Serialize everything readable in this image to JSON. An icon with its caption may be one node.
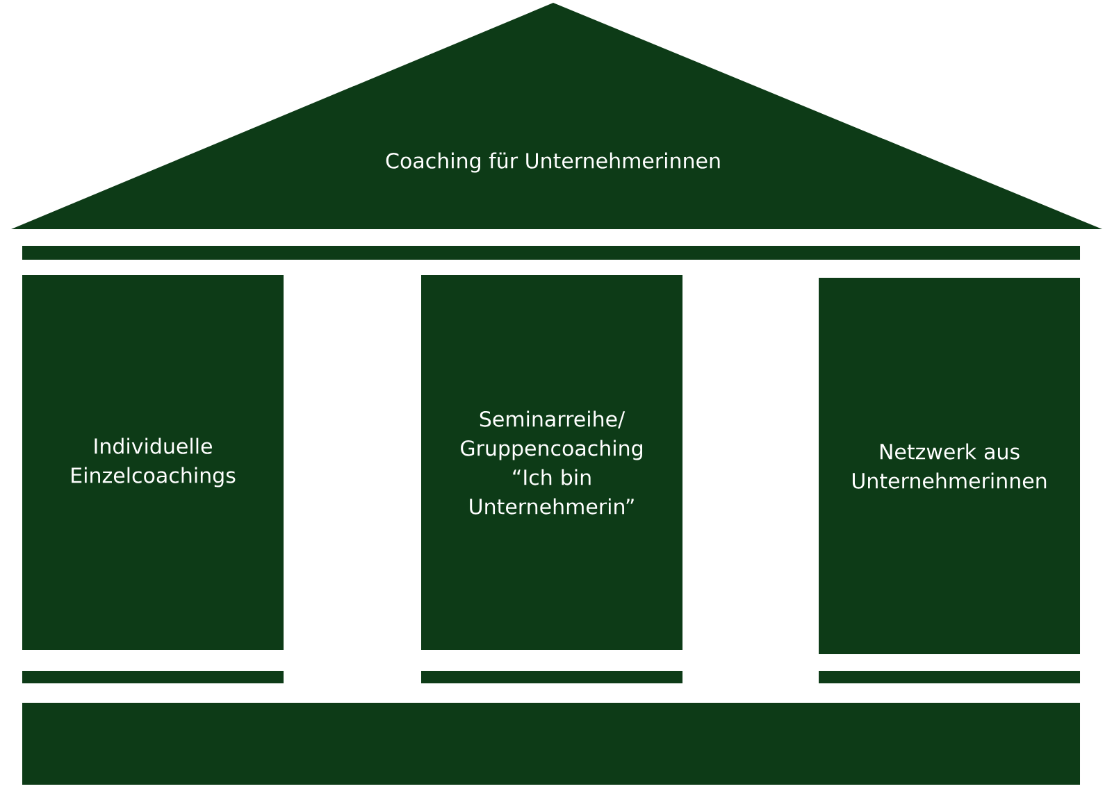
{
  "diagram": {
    "nodes": [
      {
        "text": [
          "Coaching für Unternehmerinnen"
        ]
      },
      {
        "text": [
          "Individuelle Einzelcoachings"
        ]
      },
      {
        "text": [
          "Seminarreihe/ Gruppencoaching “Ich bin Unternehmerin”"
        ]
      },
      {
        "text": [
          "Netzwerk aus Unternehmerinnen"
        ]
      }
    ]
  }
}
